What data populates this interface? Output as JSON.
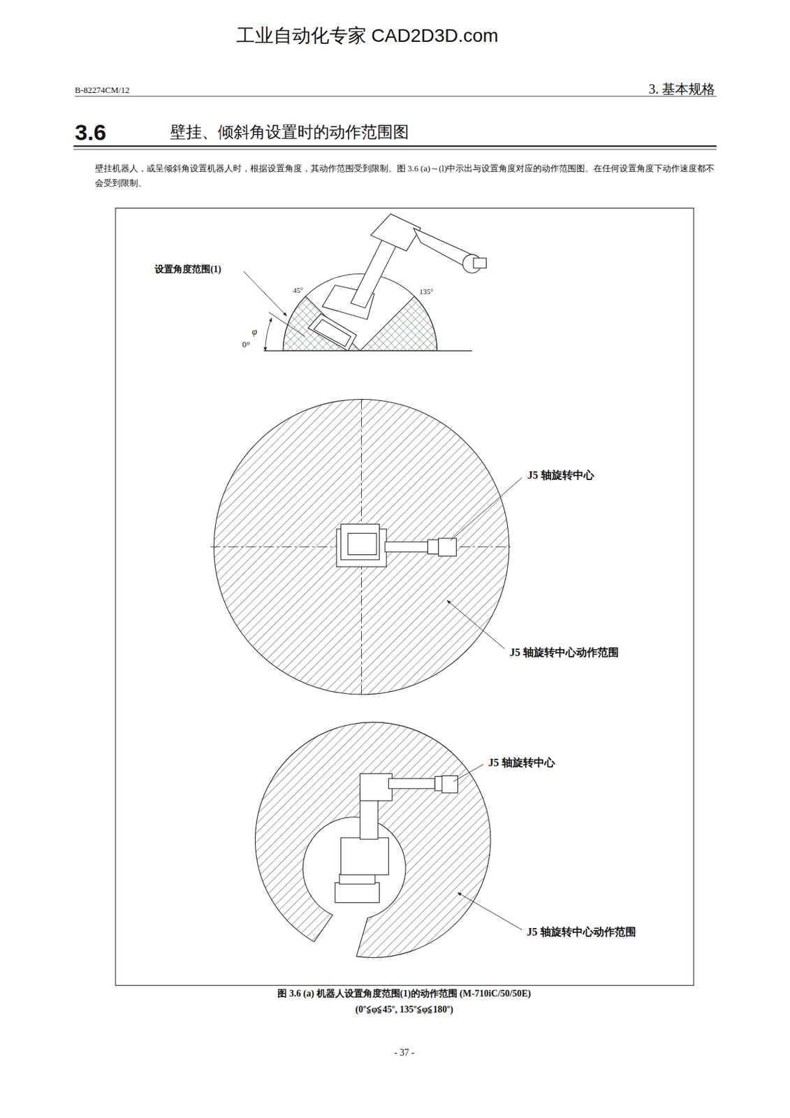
{
  "diagram": {
    "title": "壁挂、倾斜角设置时的动作范围图",
    "caption": "图 3.6 (a) 机器人设置角度范围(1)的动作范围 (M-710iC/50/50E)",
    "labels": [
      "工业自动化专家 CAD2D3D.com",
      "B-82274CM/12",
      "3. 基本规格",
      "3.6",
      "壁挂机器人，或呈倾斜角设置机器人时，根据设置角度，其动作范围受到限制。图 3.6 (a)～(l)中示出与设置角度对应的动作范围图。在任何设置角度下动作速度都不会受到限制。",
      "设置角度范围(1)",
      "45°",
      "135°",
      "0°",
      "φ",
      "J5 轴旋转中心",
      "J5 轴旋转中心动作范围",
      "J5 轴旋转中心",
      "J5 轴旋转中心动作范围",
      "(0º≦φ≦45º, 135º≦φ≦180º)",
      "- 37 -"
    ]
  }
}
